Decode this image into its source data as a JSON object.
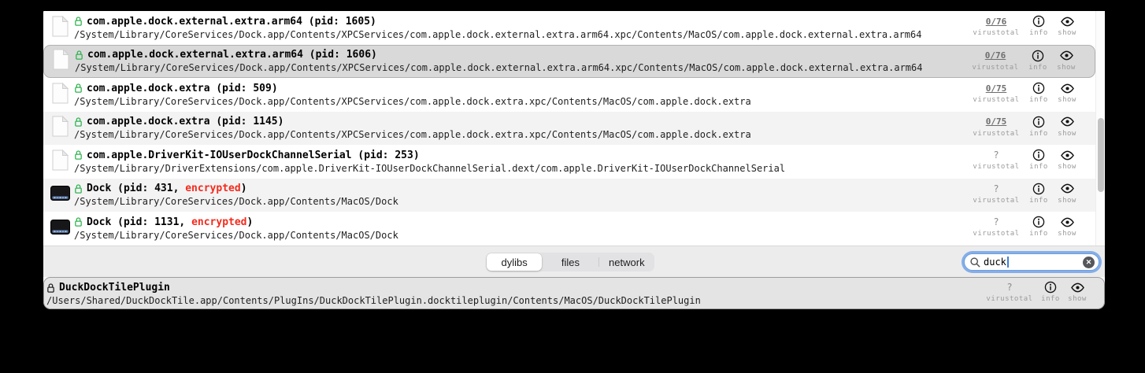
{
  "labels": {
    "virustotal": "virustotal",
    "info": "info",
    "show": "show",
    "encrypted": "encrypted",
    "pid_prefix": "pid: "
  },
  "colors": {
    "lock_green": "#2fb34f",
    "encrypted_red": "#f42a1d",
    "selection_gray": "#d9d9d9",
    "focus_ring_blue": "#85aee8"
  },
  "list": {
    "rows": [
      {
        "icon": "document",
        "name": "com.apple.dock.external.extra.arm64",
        "pid": "1605",
        "encrypted": false,
        "path": "/System/Library/CoreServices/Dock.app/Contents/XPCServices/com.apple.dock.external.extra.arm64.xpc/Contents/MacOS/com.apple.dock.external.extra.arm64",
        "virustotal": "0/76",
        "selected": false
      },
      {
        "icon": "document",
        "name": "com.apple.dock.external.extra.arm64",
        "pid": "1606",
        "encrypted": false,
        "path": "/System/Library/CoreServices/Dock.app/Contents/XPCServices/com.apple.dock.external.extra.arm64.xpc/Contents/MacOS/com.apple.dock.external.extra.arm64",
        "virustotal": "0/76",
        "selected": true
      },
      {
        "icon": "document",
        "name": "com.apple.dock.extra",
        "pid": "509",
        "encrypted": false,
        "path": "/System/Library/CoreServices/Dock.app/Contents/XPCServices/com.apple.dock.extra.xpc/Contents/MacOS/com.apple.dock.extra",
        "virustotal": "0/75",
        "selected": false
      },
      {
        "icon": "document",
        "name": "com.apple.dock.extra",
        "pid": "1145",
        "encrypted": false,
        "path": "/System/Library/CoreServices/Dock.app/Contents/XPCServices/com.apple.dock.extra.xpc/Contents/MacOS/com.apple.dock.extra",
        "virustotal": "0/75",
        "selected": false
      },
      {
        "icon": "document",
        "name": "com.apple.DriverKit-IOUserDockChannelSerial",
        "pid": "253",
        "encrypted": false,
        "path": "/System/Library/DriverExtensions/com.apple.DriverKit-IOUserDockChannelSerial.dext/com.apple.DriverKit-IOUserDockChannelSerial",
        "virustotal": "?",
        "selected": false
      },
      {
        "icon": "dock-app",
        "name": "Dock",
        "pid": "431",
        "encrypted": true,
        "path": "/System/Library/CoreServices/Dock.app/Contents/MacOS/Dock",
        "virustotal": "?",
        "selected": false
      },
      {
        "icon": "dock-app",
        "name": "Dock",
        "pid": "1131",
        "encrypted": true,
        "path": "/System/Library/CoreServices/Dock.app/Contents/MacOS/Dock",
        "virustotal": "?",
        "selected": false
      }
    ]
  },
  "tabs": {
    "items": [
      "dylibs",
      "files",
      "network"
    ],
    "selected": "dylibs"
  },
  "search": {
    "value": "duck"
  },
  "result_pane": {
    "name": "DuckDockTilePlugin",
    "path": "/Users/Shared/DuckDockTile.app/Contents/PlugIns/DuckDockTilePlugin.docktileplugin/Contents/MacOS/DuckDockTilePlugin",
    "virustotal": "?"
  }
}
